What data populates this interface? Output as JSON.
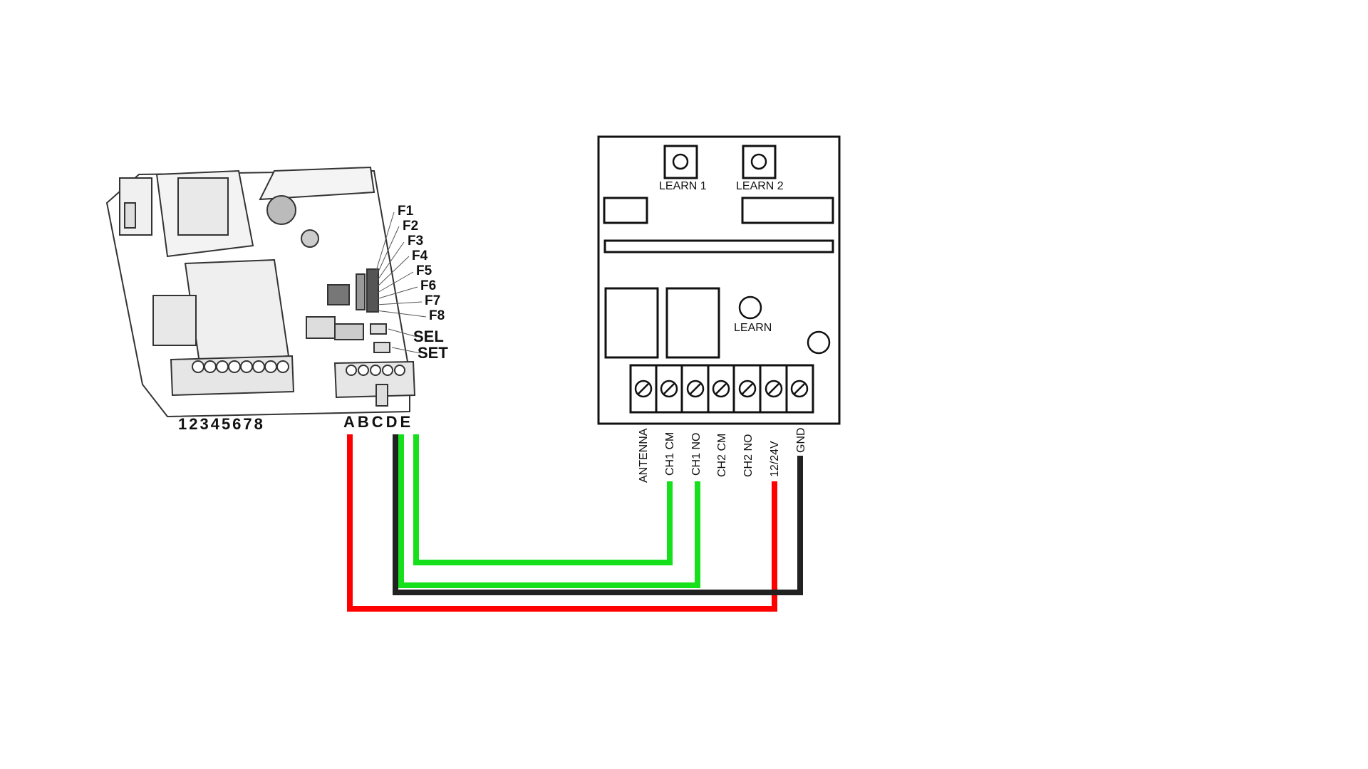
{
  "controller": {
    "terminal_numbers": "12345678",
    "terminal_letters": "ABCDE",
    "fuse_labels": [
      "F1",
      "F2",
      "F3",
      "F4",
      "F5",
      "F6",
      "F7",
      "F8"
    ],
    "sel_label": "SEL",
    "set_label": "SET"
  },
  "receiver": {
    "learn1_label": "LEARN 1",
    "learn2_label": "LEARN 2",
    "learn_label": "LEARN",
    "pins": [
      "ANTENNA",
      "CH1 CM",
      "CH1 NO",
      "CH2 CM",
      "CH2 NO",
      "12/24V",
      "GND"
    ]
  },
  "wires": [
    {
      "from": "A",
      "to": "12/24V",
      "color": "#ff0000"
    },
    {
      "from": "D",
      "to": "GND",
      "color": "#222222"
    },
    {
      "from": "D",
      "to": "CH1 NO",
      "color": "#16e01c"
    },
    {
      "from": "E",
      "to": "CH1 CM",
      "color": "#16e01c"
    }
  ]
}
